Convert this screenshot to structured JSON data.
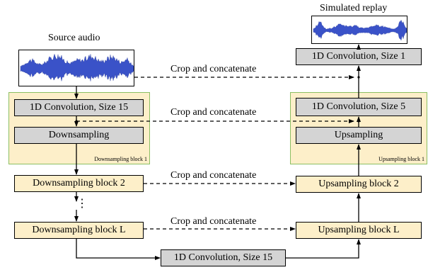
{
  "titles": {
    "source_audio": "Source audio",
    "simulated_replay": "Simulated replay"
  },
  "left": {
    "conv": "1D Convolution, Size 15",
    "down": "Downsampling",
    "group_label": "Downsampling block 1",
    "block2": "Downsampling block 2",
    "ellipsis": "⋮",
    "blockL": "Downsampling block L"
  },
  "right": {
    "conv_out": "1D Convolution, Size 1",
    "conv": "1D Convolution, Size 5",
    "up": "Upsampling",
    "group_label": "Upsampling block 1",
    "block2": "Upsampling block 2",
    "blockL": "Upsampling block L"
  },
  "bottom": {
    "conv": "1D Convolution, Size 15"
  },
  "connections": {
    "c1": "Crop and concatenate",
    "c2": "Crop and concatenate",
    "c3": "Crop and concatenate",
    "c4": "Crop and concatenate"
  },
  "colors": {
    "waveform": "#3a52c8",
    "gray_box": "#d4d4d4",
    "cream_box": "#fdefc9",
    "group_border": "#8cbf63"
  }
}
